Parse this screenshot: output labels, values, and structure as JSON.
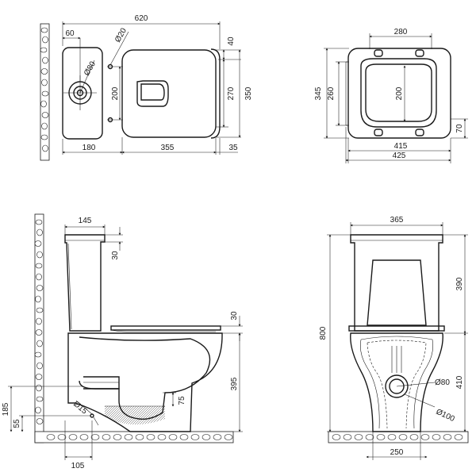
{
  "views": {
    "top": {
      "dims": {
        "overall_width": "620",
        "wall_to_hole": "60",
        "hole_dia": "Ø20",
        "outlet_dia": "Ø80",
        "hole_spacing": "200",
        "back_gap": "40",
        "bowl_depth": "270",
        "total_depth": "350",
        "tank_depth": "180",
        "bowl_length": "355",
        "front_gap": "35"
      }
    },
    "seat": {
      "dims": {
        "hinge_width": "280",
        "overall_depth": "345",
        "inner_depth": "260",
        "inner_opening": "200",
        "front_lip": "70",
        "inner_length": "415",
        "overall_length": "425"
      }
    },
    "side": {
      "dims": {
        "tank_depth": "145",
        "lid_height": "30",
        "seat_thickness": "30",
        "bowl_height": "395",
        "outlet_height": "185",
        "inlet_height": "55",
        "water_depth": "75",
        "pipe_dia": "Ø15",
        "outlet_offset": "105"
      }
    },
    "front": {
      "dims": {
        "tank_width": "365",
        "tank_height": "390",
        "total_height": "800",
        "base_height": "410",
        "outlet_dia": "Ø80",
        "trap_dia": "Ø100",
        "base_width": "250"
      }
    }
  }
}
